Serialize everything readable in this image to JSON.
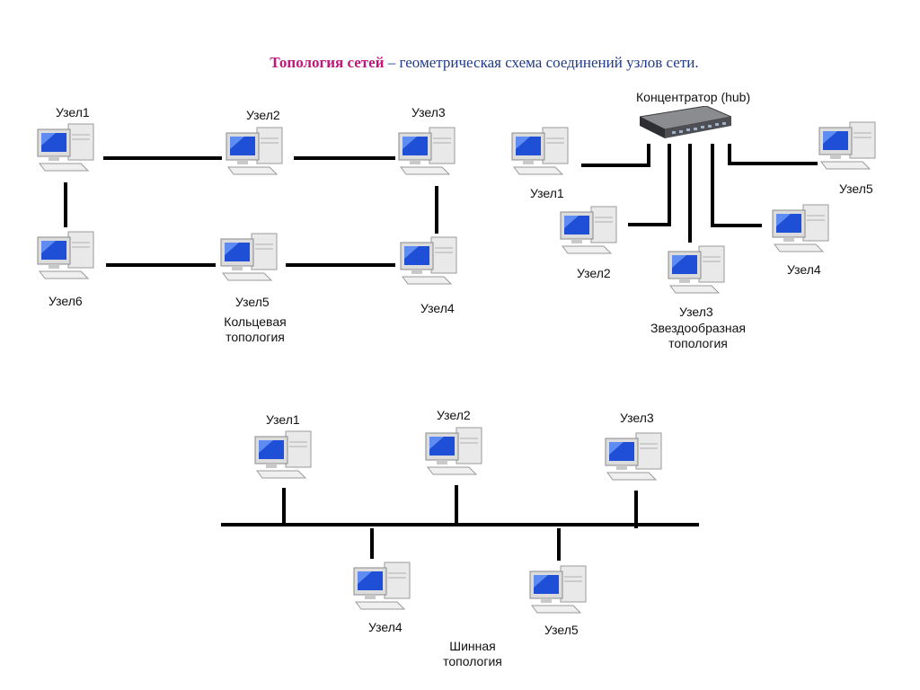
{
  "title": {
    "highlight": "Топология сетей",
    "rest": " – геометрическая схема соединений узлов сети."
  },
  "ring": {
    "caption_line1": "Кольцевая",
    "caption_line2": "топология",
    "nodes": [
      "Узел1",
      "Узел2",
      "Узел3",
      "Узел4",
      "Узел5",
      "Узел6"
    ]
  },
  "star": {
    "hub_label": "Концентратор (hub)",
    "caption_line1": "Звездообразная",
    "caption_line2": "топология",
    "nodes": [
      "Узел1",
      "Узел2",
      "Узел3",
      "Узел4",
      "Узел5"
    ]
  },
  "bus": {
    "caption_line1": "Шинная",
    "caption_line2": "топология",
    "nodes": [
      "Узел1",
      "Узел2",
      "Узел3",
      "Узел4",
      "Узел5"
    ]
  },
  "colors": {
    "title_highlight": "#c0187a",
    "title_text": "#1f3a88",
    "wire": "#000000",
    "screen": "#1f4fd6"
  },
  "icons": {
    "computer": "computer-icon",
    "hub": "hub-icon"
  }
}
